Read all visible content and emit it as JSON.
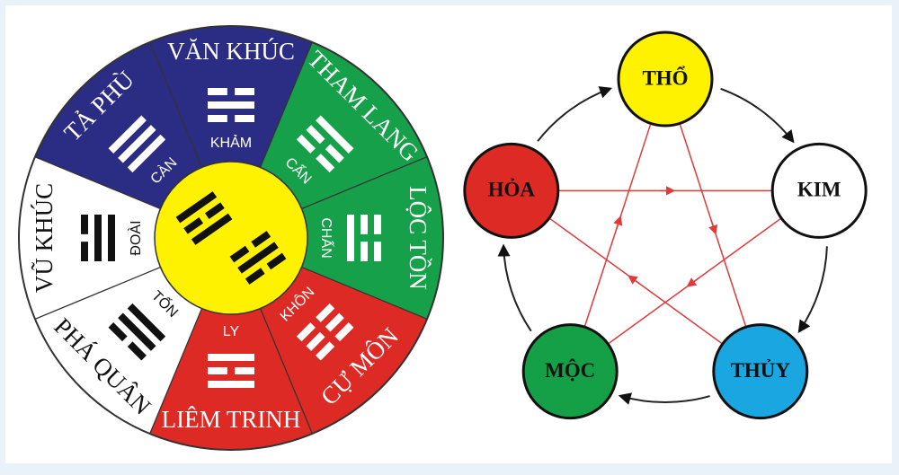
{
  "bagua_wheel": {
    "sectors": [
      {
        "star": "VĂN KHÚC",
        "trigram": "KHẢM",
        "color": "#2b2c84",
        "lines": [
          0,
          1,
          0
        ]
      },
      {
        "star": "THAM LANG",
        "trigram": "CẤN",
        "color": "#16a04a",
        "lines": [
          1,
          0,
          0
        ]
      },
      {
        "star": "LỘC TỒN",
        "trigram": "CHẤN",
        "color": "#16a04a",
        "lines": [
          0,
          0,
          1
        ]
      },
      {
        "star": "CỰ MÔN",
        "trigram": "KHÔN",
        "color": "#de2a25",
        "lines": [
          0,
          0,
          0
        ]
      },
      {
        "star": "LIÊM TRINH",
        "trigram": "LY",
        "color": "#de2a25",
        "lines": [
          1,
          0,
          1
        ]
      },
      {
        "star": "PHÁ QUÂN",
        "trigram": "TỐN",
        "color": "#ffffff",
        "lines": [
          1,
          1,
          0
        ]
      },
      {
        "star": "VŨ KHÚC",
        "trigram": "ĐOÀI",
        "color": "#ffffff",
        "lines": [
          0,
          1,
          1
        ]
      },
      {
        "star": "TẢ PHÙ",
        "trigram": "CÀN",
        "color": "#2b2c84",
        "lines": [
          1,
          1,
          1
        ]
      }
    ],
    "center_color": "#fff200"
  },
  "five_elements": {
    "nodes": [
      {
        "label": "THỔ",
        "color": "#fff200"
      },
      {
        "label": "KIM",
        "color": "#ffffff"
      },
      {
        "label": "THỦY",
        "color": "#1aa6e0"
      },
      {
        "label": "MỘC",
        "color": "#15a048"
      },
      {
        "label": "HỎA",
        "color": "#de2a25"
      }
    ],
    "generating_color": "#222222",
    "overcoming_color": "#e03a3a"
  }
}
